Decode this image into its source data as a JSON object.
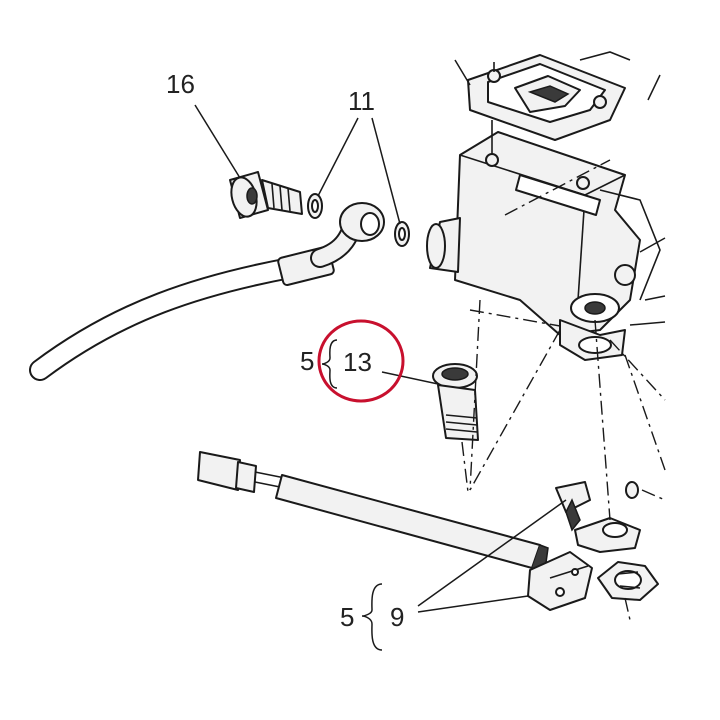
{
  "diagram": {
    "callouts": {
      "label_16": "16",
      "label_11": "11",
      "label_13": "13",
      "label_5_upper": "5",
      "label_5_lower": "5",
      "label_9": "9"
    },
    "highlight_color": "#c8102e",
    "line_color": "#1a1a1a",
    "part_fill": "#f2f2f2"
  }
}
